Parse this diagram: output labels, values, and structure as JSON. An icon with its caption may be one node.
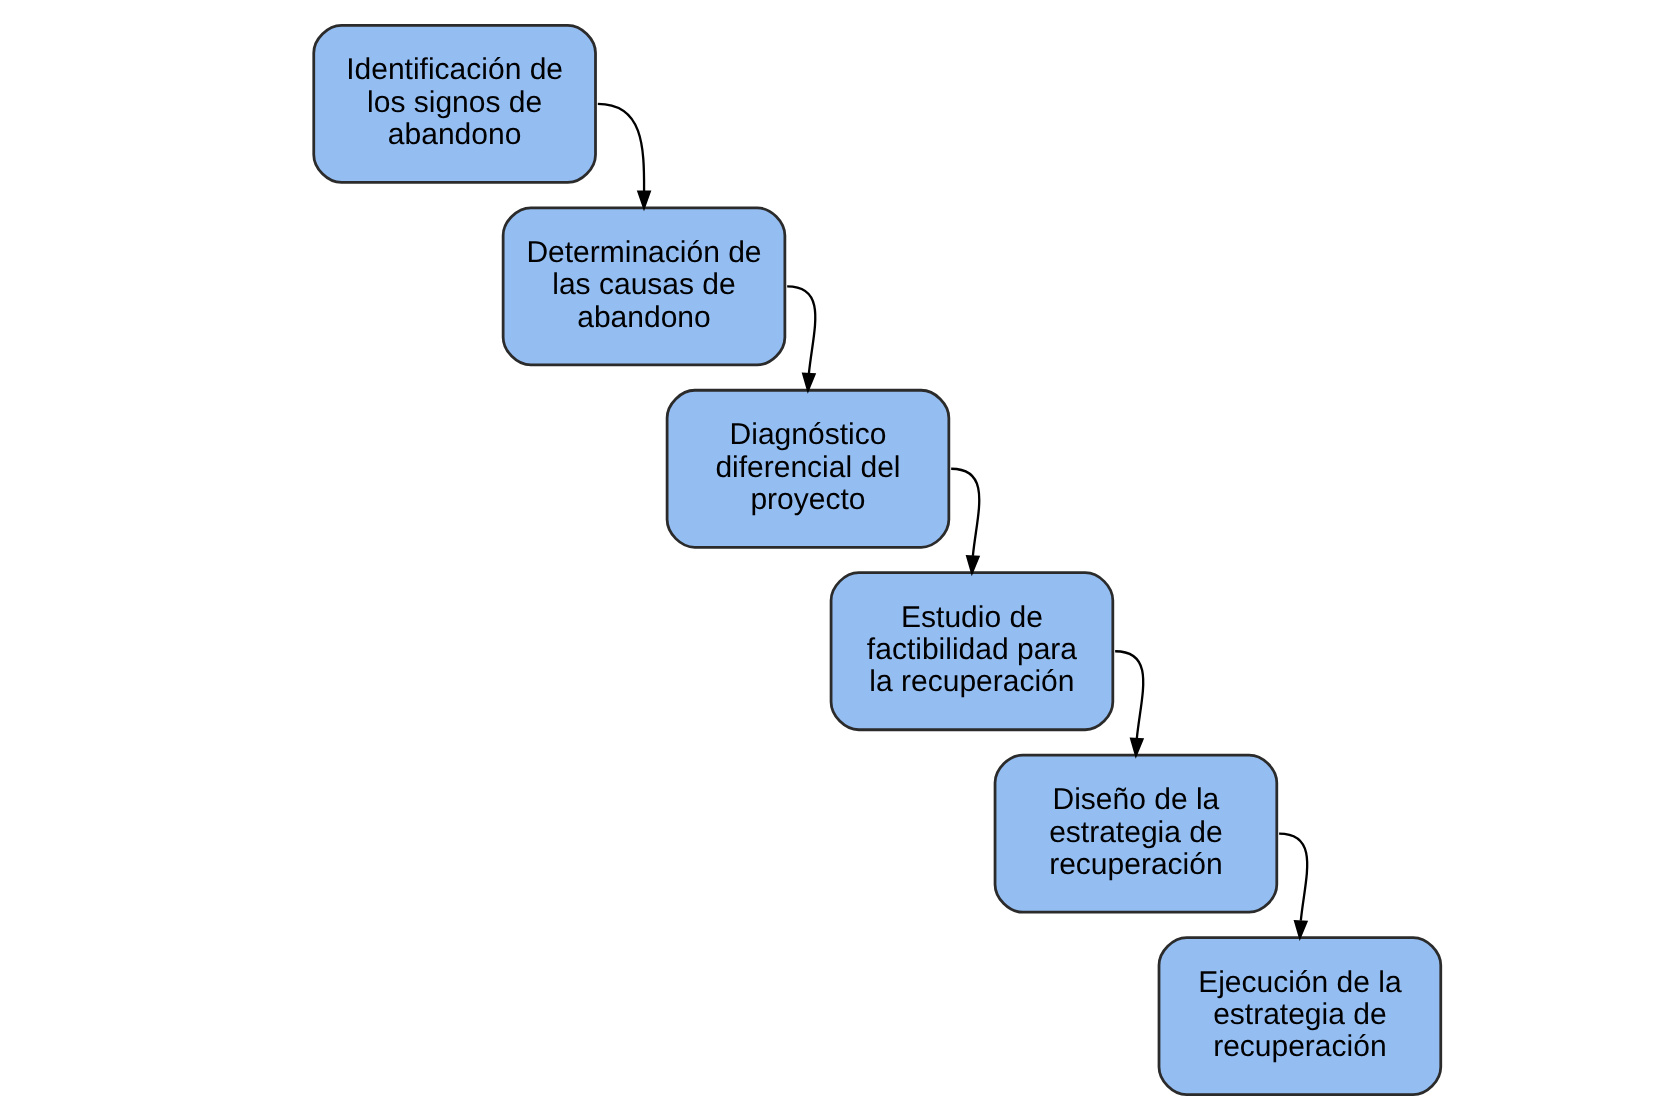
{
  "diagram": {
    "nodes": [
      {
        "text": [
          "Identificación de los signos de abandono"
        ]
      },
      {
        "text": [
          "Determinación de las causas de abandono"
        ]
      },
      {
        "text": [
          "Diagnóstico diferencial del proyecto"
        ]
      },
      {
        "text": [
          "Estudio de factibilidad para la recuperación"
        ]
      },
      {
        "text": [
          "Diseño de la estrategia de recuperación"
        ]
      },
      {
        "text": [
          "Ejecución de la estrategia de recuperación"
        ]
      }
    ],
    "edges": [
      {
        "from": 0,
        "to": 1,
        "arrow": "to"
      },
      {
        "from": 1,
        "to": 2,
        "arrow": "to"
      },
      {
        "from": 2,
        "to": 3,
        "arrow": "to"
      },
      {
        "from": 3,
        "to": 4,
        "arrow": "to"
      },
      {
        "from": 4,
        "to": 5,
        "arrow": "to"
      }
    ]
  }
}
